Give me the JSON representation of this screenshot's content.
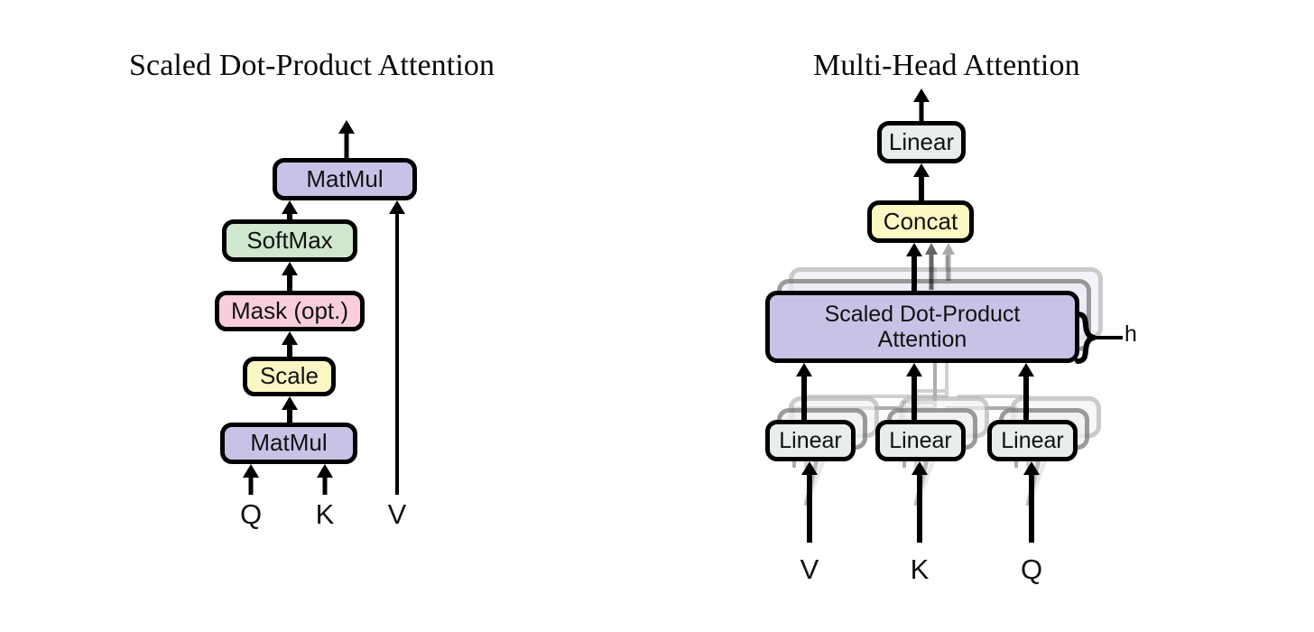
{
  "figure": {
    "background": "#ffffff",
    "stroke": "#000000"
  },
  "palette": {
    "matmul_purple": "#c8c3e6",
    "softmax_green": "#cfe8cf",
    "mask_pink": "#f8cede",
    "scale_yellow": "#fbf6c4",
    "linear_gray": "#e8eeea",
    "concat_yellow": "#fdf7c3",
    "sdpa_purple": "#c8c3e6",
    "ghost_stroke": "#8c8c8c"
  },
  "left_panel": {
    "title": "Scaled Dot-Product Attention",
    "nodes": [
      {
        "id": "l-matmul-top",
        "label": "MatMul",
        "fill": "#c8c3e6"
      },
      {
        "id": "l-softmax",
        "label": "SoftMax",
        "fill": "#cfe8cf"
      },
      {
        "id": "l-mask",
        "label": "Mask (opt.)",
        "fill": "#f8cede"
      },
      {
        "id": "l-scale",
        "label": "Scale",
        "fill": "#fbf6c4"
      },
      {
        "id": "l-matmul-bot",
        "label": "MatMul",
        "fill": "#c8c3e6"
      }
    ],
    "inputs": [
      {
        "id": "l-q",
        "label": "Q"
      },
      {
        "id": "l-k",
        "label": "K"
      },
      {
        "id": "l-v",
        "label": "V"
      }
    ]
  },
  "right_panel": {
    "title": "Multi-Head Attention",
    "nodes": [
      {
        "id": "r-linear-out",
        "label": "Linear",
        "fill": "#e8eeea"
      },
      {
        "id": "r-concat",
        "label": "Concat",
        "fill": "#fdf7c3"
      },
      {
        "id": "r-sdpa",
        "label": "Scaled Dot-Product\nAttention",
        "fill": "#c8c3e6"
      },
      {
        "id": "r-linear-v",
        "label": "Linear",
        "fill": "#e8eeea"
      },
      {
        "id": "r-linear-k",
        "label": "Linear",
        "fill": "#e8eeea"
      },
      {
        "id": "r-linear-q",
        "label": "Linear",
        "fill": "#e8eeea"
      }
    ],
    "inputs": [
      {
        "id": "r-v",
        "label": "V"
      },
      {
        "id": "r-k",
        "label": "K"
      },
      {
        "id": "r-q",
        "label": "Q"
      }
    ],
    "heads_annotation": {
      "label": "h",
      "copies": 3
    }
  }
}
